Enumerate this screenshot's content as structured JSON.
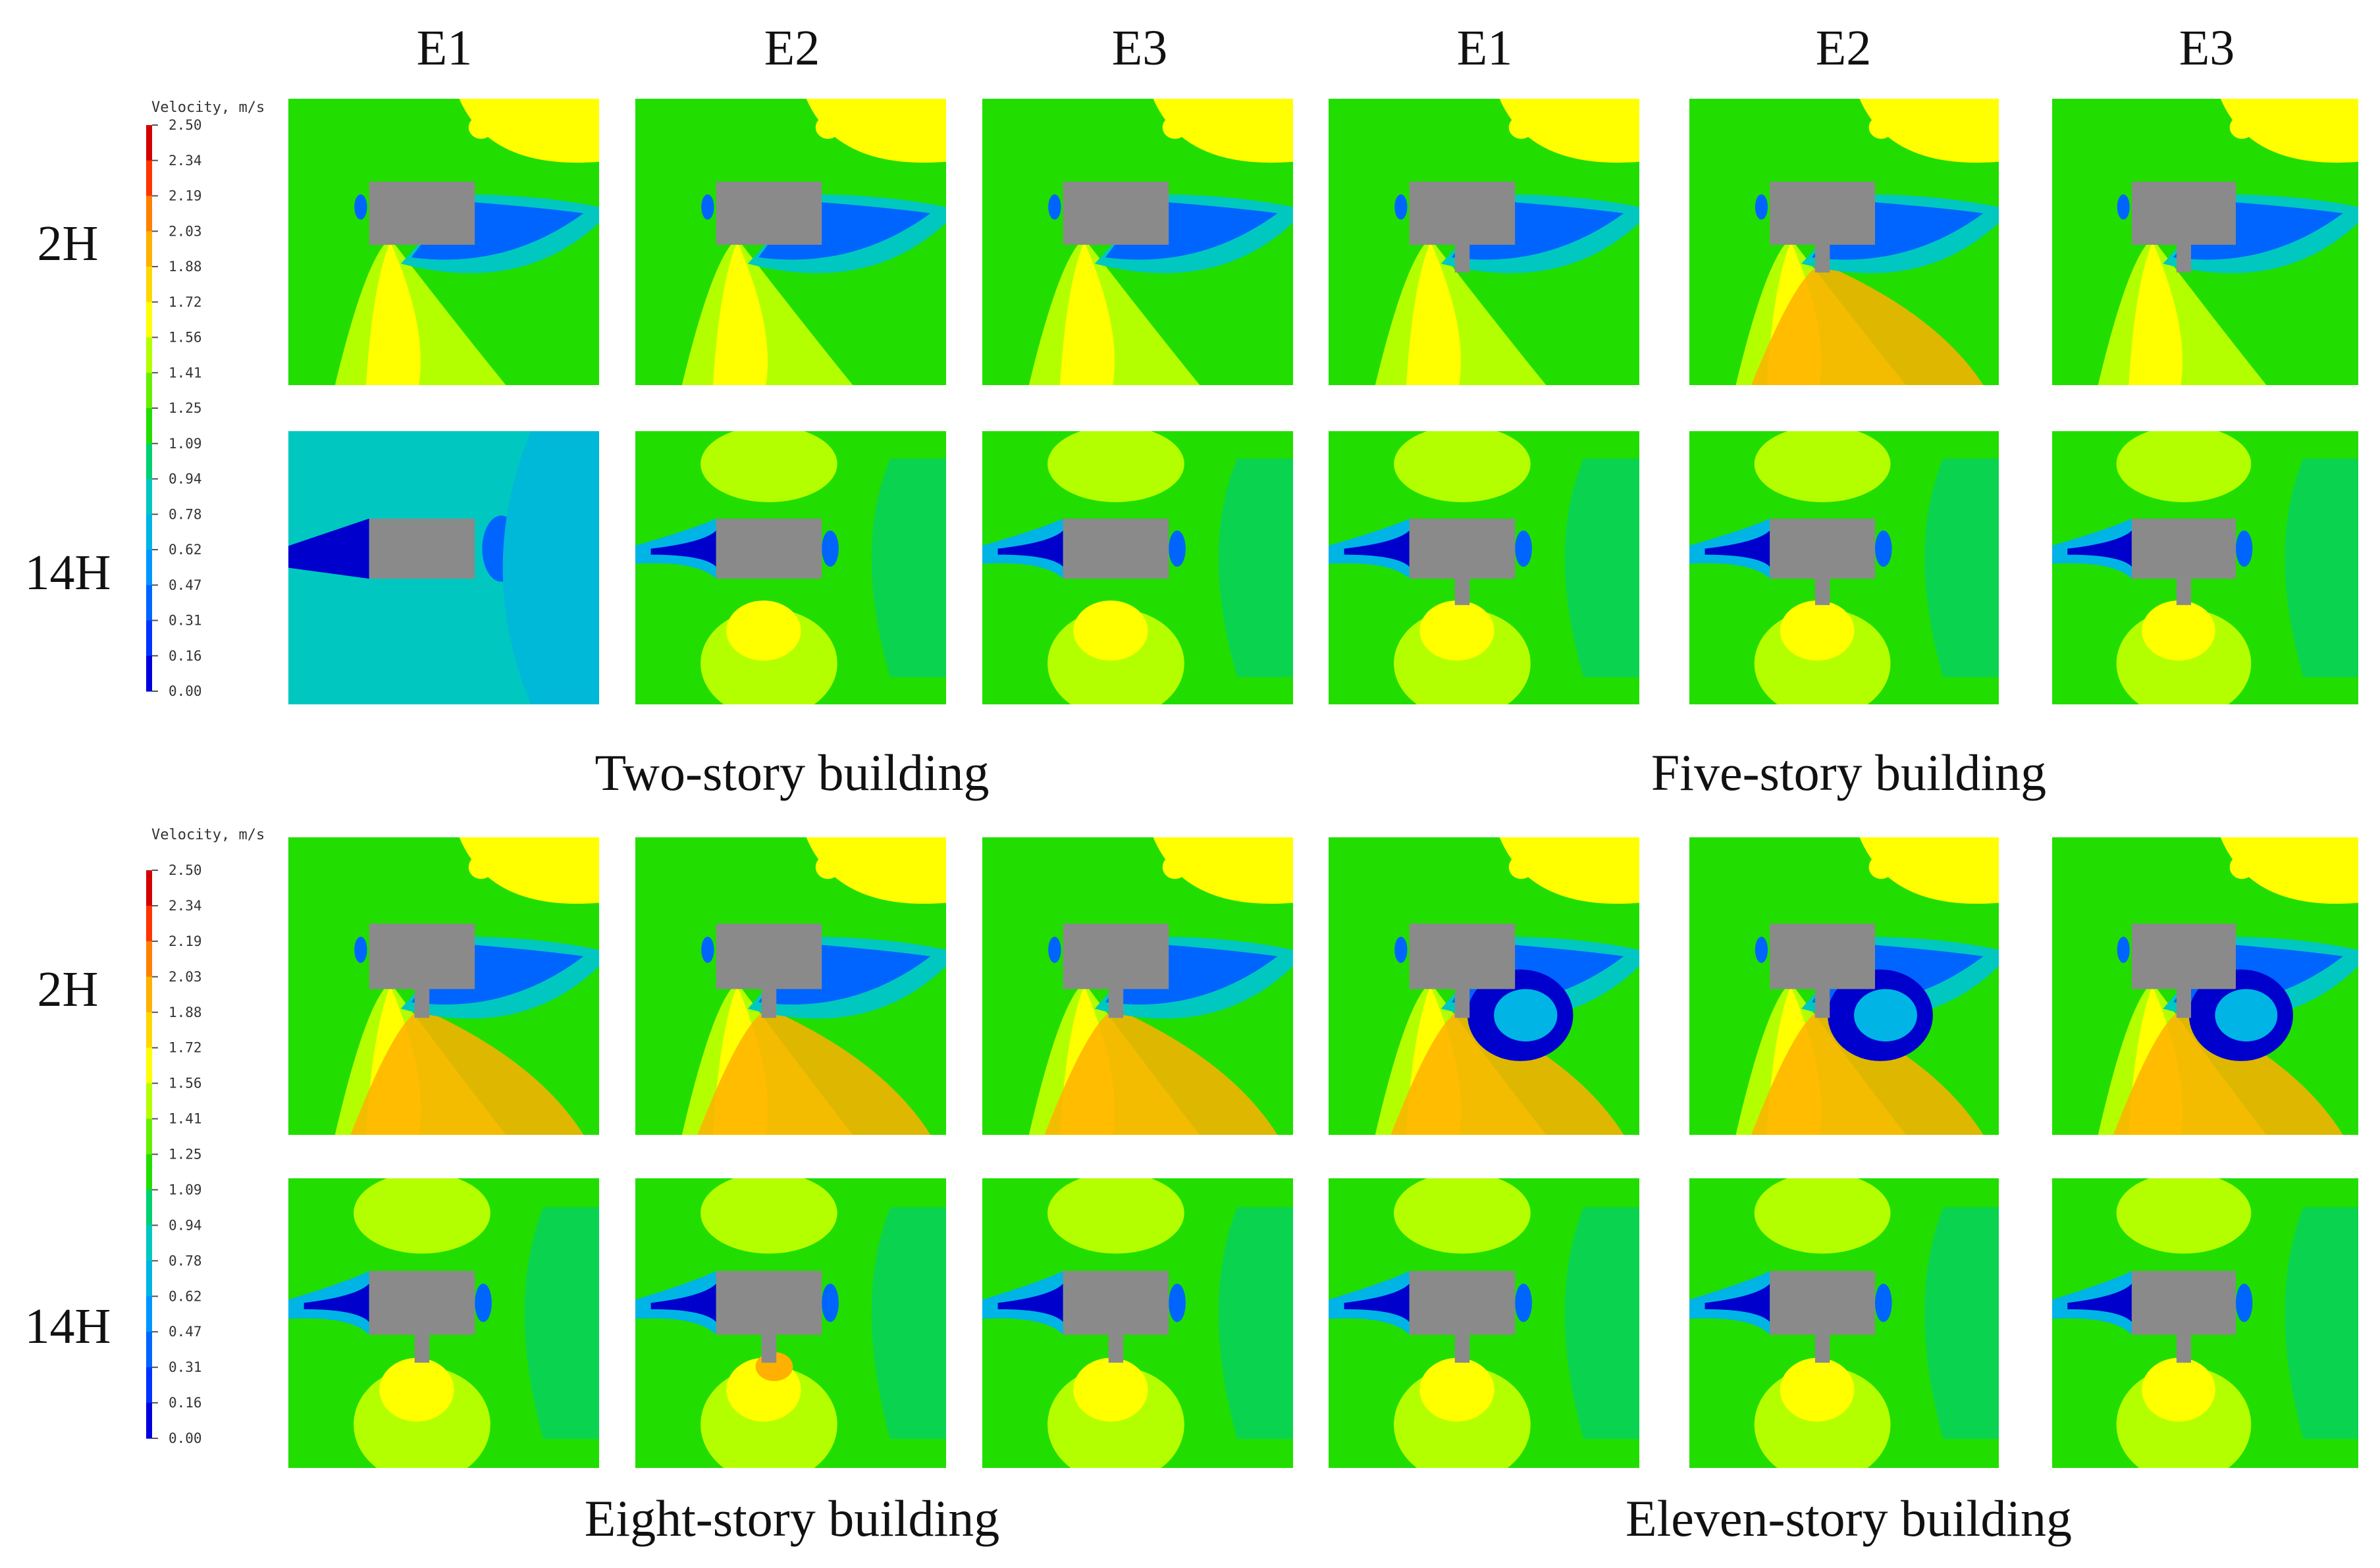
{
  "column_headers": [
    "E1",
    "E2",
    "E3",
    "E1",
    "E2",
    "E3"
  ],
  "row_labels": [
    "2H",
    "14H",
    "2H",
    "14H"
  ],
  "captions": [
    "Two-story building",
    "Five-story building",
    "Eight-story building",
    "Eleven-story building"
  ],
  "colorbar": {
    "title": "Velocity, m/s",
    "ticks": [
      "2.50",
      "2.34",
      "2.19",
      "2.03",
      "1.88",
      "1.72",
      "1.56",
      "1.41",
      "1.25",
      "1.09",
      "0.94",
      "0.78",
      "0.62",
      "0.47",
      "0.31",
      "0.16",
      "0.00"
    ],
    "colors": [
      "#d40000",
      "#ff3300",
      "#ff8000",
      "#ffb000",
      "#ffd700",
      "#ffff00",
      "#b3ff00",
      "#66ee00",
      "#22dd00",
      "#00d070",
      "#00c8c0",
      "#00b4e6",
      "#0096ff",
      "#0064ff",
      "#0032ff",
      "#0000dd"
    ]
  },
  "colors": {
    "building": "#8a8a8a",
    "freestream_green": "#22dd00",
    "freestream_cyan": "#00c8c0",
    "wake_blue": "#0064ff",
    "wake_dark": "#0000cc",
    "high_yellow": "#ffff00",
    "high_orange": "#ffb000"
  }
}
